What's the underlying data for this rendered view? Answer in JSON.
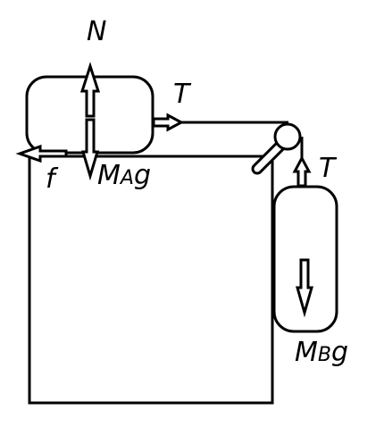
{
  "labels": {
    "normal_force": "N",
    "tension_a": "T",
    "tension_b": "T",
    "friction": "f",
    "weight_a": {
      "symbol": "M",
      "subscript": "A",
      "suffix": "g"
    },
    "weight_b": {
      "symbol": "M",
      "subscript": "B",
      "suffix": "g"
    }
  },
  "style": {
    "stroke": "#000000",
    "fill": "#ffffff"
  }
}
